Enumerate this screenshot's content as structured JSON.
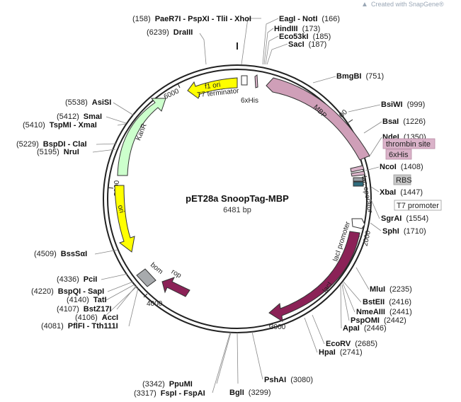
{
  "credit": "Created with SnapGene®",
  "plasmid": {
    "name": "pET28a SnoopTag-MBP",
    "length_label": "6481 bp"
  },
  "ticks": [
    "1000",
    "2000",
    "3000",
    "4000",
    "5000",
    "6000"
  ],
  "features": {
    "f1_ori": "f1 ori",
    "t7_terminator": "T7 terminator",
    "his_left": "6xHis",
    "mbp": "MBP",
    "lac_operator": "lac operator",
    "laci_promoter": "lacI promoter",
    "laci": "lacI",
    "rop": "rop",
    "bom": "bom",
    "ori": "ori",
    "kanr": "KanR"
  },
  "boxed_labels": {
    "thrombin": "thrombin site",
    "his_right": "6xHis",
    "rbs": "RBS",
    "t7_promoter": "T7 promoter"
  },
  "sites": {
    "top_left": [
      {
        "pos": "(158)",
        "name": "PaeR7I - PspXI - TliI - XhoI"
      },
      {
        "pos": "(6239)",
        "name": "DraIII"
      }
    ],
    "top_right": [
      {
        "name": "EagI - NotI",
        "pos": "(166)"
      },
      {
        "name": "HindIII",
        "pos": "(173)"
      },
      {
        "name": "Eco53kI",
        "pos": "(185)"
      },
      {
        "name": "SacI",
        "pos": "(187)"
      }
    ],
    "right": [
      {
        "name": "BmgBI",
        "pos": "(751)"
      },
      {
        "name": "BsiWI",
        "pos": "(999)"
      },
      {
        "name": "BsaI",
        "pos": "(1226)"
      },
      {
        "name": "NdeI",
        "pos": "(1350)"
      },
      {
        "name": "NcoI",
        "pos": "(1408)"
      },
      {
        "name": "XbaI",
        "pos": "(1447)"
      },
      {
        "name": "SgrAI",
        "pos": "(1554)"
      },
      {
        "name": "SphI",
        "pos": "(1710)"
      },
      {
        "name": "MluI",
        "pos": "(2235)"
      },
      {
        "name": "BstEII",
        "pos": "(2416)"
      },
      {
        "name": "NmeAIII",
        "pos": "(2441)"
      },
      {
        "name": "PspOMI",
        "pos": "(2442)"
      },
      {
        "name": "ApaI",
        "pos": "(2446)"
      },
      {
        "name": "EcoRV",
        "pos": "(2685)"
      },
      {
        "name": "HpaI",
        "pos": "(2741)"
      },
      {
        "name": "PshAI",
        "pos": "(3080)"
      }
    ],
    "bottom": [
      {
        "name": "BglI",
        "pos": "(3299)"
      },
      {
        "pos": "(3342)",
        "name": "PpuMI"
      },
      {
        "pos": "(3317)",
        "name": "FspI - FspAI"
      }
    ],
    "left": [
      {
        "pos": "(5538)",
        "name": "AsiSI"
      },
      {
        "pos": "(5412)",
        "name": "SmaI"
      },
      {
        "pos": "(5410)",
        "name": "TspMI - XmaI"
      },
      {
        "pos": "(5229)",
        "name": "BspDI - ClaI"
      },
      {
        "pos": "(5195)",
        "name": "NruI"
      },
      {
        "pos": "(4509)",
        "name": "BssSαI"
      },
      {
        "pos": "(4336)",
        "name": "PciI"
      },
      {
        "pos": "(4220)",
        "name": "BspQI - SapI"
      },
      {
        "pos": "(4140)",
        "name": "TatI"
      },
      {
        "pos": "(4107)",
        "name": "BstZ17I"
      },
      {
        "pos": "(4106)",
        "name": "AccI"
      },
      {
        "pos": "(4081)",
        "name": "PflFI - Tth111I"
      }
    ]
  },
  "colors": {
    "f1_ori": "#ffff00",
    "ori": "#ffff00",
    "kanr": "#ccffcc",
    "mbp": "#cf9fb8",
    "laci": "#8b2257",
    "rop": "#8b2257",
    "bom": "#a7aaad",
    "thrombin": "#dab3c9",
    "rbs": "#c8c8c8",
    "his_tag": "#dab3c9",
    "t7_promoter": "#ffffff"
  }
}
